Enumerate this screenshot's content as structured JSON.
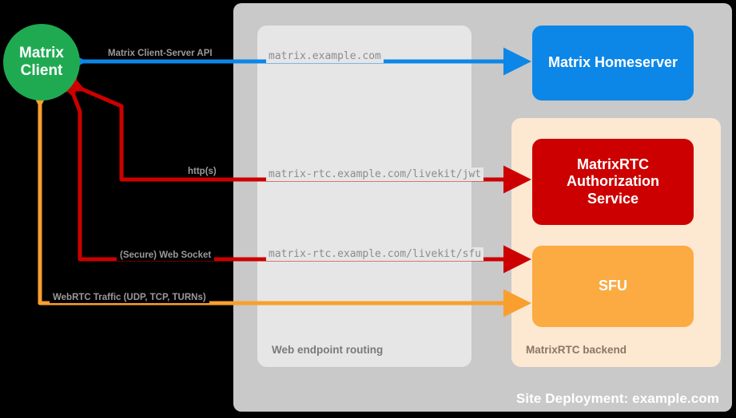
{
  "diagram": {
    "site": {
      "deployment_label": "Site Deployment: example.com"
    },
    "panels": [
      {
        "id": "web-endpoint-routing",
        "label": "Web endpoint routing",
        "color": "#e6e6e6"
      },
      {
        "id": "matrixrtc-backend",
        "label": "MatrixRTC backend",
        "color": "#fde8d2"
      }
    ],
    "nodes": [
      {
        "id": "matrix-client",
        "label": "Matrix\nClient",
        "line1": "Matrix",
        "line2": "Client",
        "color": "#1faa52",
        "shape": "circle"
      },
      {
        "id": "matrix-homeserver",
        "label": "Matrix Homeserver",
        "color": "#0c87e8",
        "shape": "rounded-rect"
      },
      {
        "id": "matrixrtc-authorization-service",
        "label": "MatrixRTC Authorization Service",
        "line1": "MatrixRTC",
        "line2": "Authorization",
        "line3": "Service",
        "color": "#cc0000",
        "shape": "rounded-rect"
      },
      {
        "id": "sfu",
        "label": "SFU",
        "color": "#fbab42",
        "shape": "rounded-rect"
      }
    ],
    "connections": [
      {
        "id": "matrix-client-server-api",
        "protocol_label": "Matrix Client-Server API",
        "endpoint": "matrix.example.com",
        "color": "#0c87e8",
        "direction": "bidirectional",
        "from": "matrix-client",
        "to": "matrix-homeserver"
      },
      {
        "id": "livekit-jwt",
        "protocol_label": "http(s)",
        "endpoint": "matrix-rtc.example.com/livekit/jwt",
        "color": "#cc0000",
        "direction": "bidirectional",
        "from": "matrix-client",
        "to": "matrixrtc-authorization-service"
      },
      {
        "id": "livekit-sfu",
        "protocol_label": "(Secure) Web Socket",
        "endpoint": "matrix-rtc.example.com/livekit/sfu",
        "color": "#cc0000",
        "direction": "bidirectional",
        "from": "matrix-client",
        "to": "sfu"
      },
      {
        "id": "webrtc-traffic",
        "protocol_label": "WebRTC Traffic (UDP, TCP, TURNs)",
        "endpoint": "",
        "color": "#f99f2e",
        "direction": "bidirectional",
        "from": "matrix-client",
        "to": "sfu"
      }
    ],
    "colors": {
      "background": "#000000",
      "site_container": "#c9c9c9",
      "web_panel": "#e6e6e6",
      "rtc_panel": "#fde8d2",
      "client": "#1faa52",
      "homeserver": "#0c87e8",
      "auth_service": "#cc0000",
      "sfu": "#fbab42",
      "red_wire": "#cc0000",
      "orange_wire": "#f99f2e",
      "blue_wire": "#0c87e8"
    }
  }
}
